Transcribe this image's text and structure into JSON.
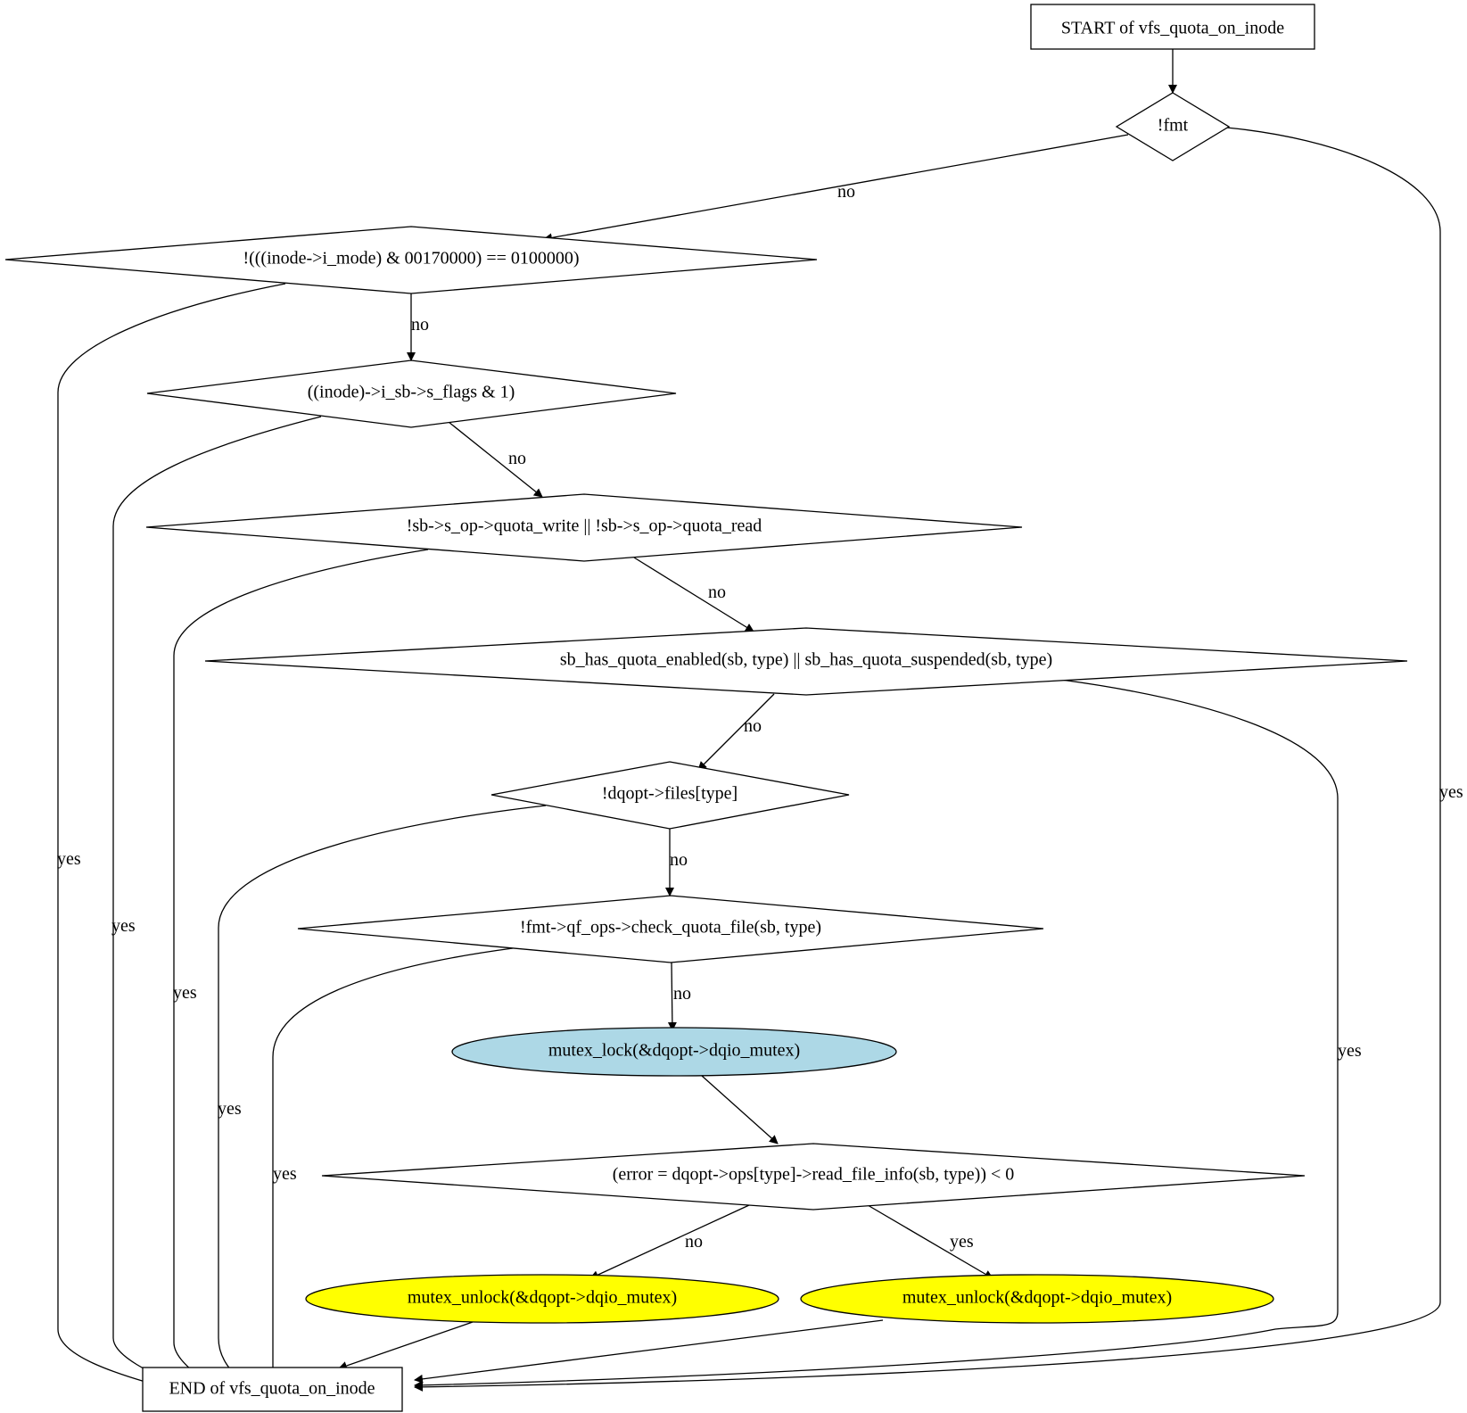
{
  "nodes": {
    "start": "START of vfs_quota_on_inode",
    "d_fmt": "!fmt",
    "d_imode": "!(((inode->i_mode) & 00170000) == 0100000)",
    "d_sbflags": "((inode)->i_sb->s_flags & 1)",
    "d_quota_rw": "!sb->s_op->quota_write || !sb->s_op->quota_read",
    "d_enabled": "sb_has_quota_enabled(sb, type) || sb_has_quota_suspended(sb, type)",
    "d_files": "!dqopt->files[type]",
    "d_check": "!fmt->qf_ops->check_quota_file(sb, type)",
    "mutex_lock": "mutex_lock(&dqopt->dqio_mutex)",
    "d_read_info": "(error = dqopt->ops[type]->read_file_info(sb, type)) < 0",
    "unlock_no": "mutex_unlock(&dqopt->dqio_mutex)",
    "unlock_yes": "mutex_unlock(&dqopt->dqio_mutex)",
    "end": "END of vfs_quota_on_inode"
  },
  "edges": {
    "fmt_no": "no",
    "fmt_yes": "yes",
    "imode_no": "no",
    "imode_yes": "yes",
    "sbflags_no": "no",
    "sbflags_yes": "yes",
    "quota_rw_no": "no",
    "quota_rw_yes": "yes",
    "enabled_no": "no",
    "enabled_yes": "yes",
    "files_no": "no",
    "files_yes": "yes",
    "check_no": "no",
    "check_yes": "yes",
    "read_info_no": "no",
    "read_info_yes": "yes"
  },
  "colors": {
    "lock_fill": "#add8e6",
    "unlock_fill": "#ffff00"
  }
}
